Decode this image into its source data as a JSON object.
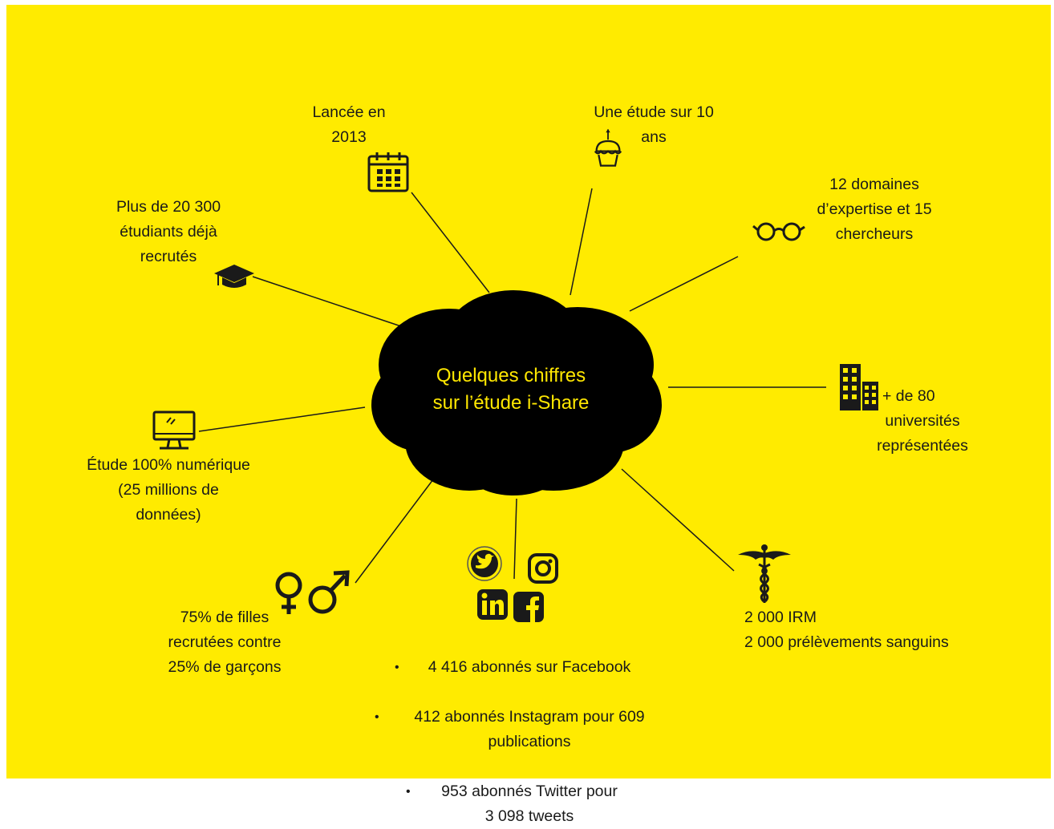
{
  "center": {
    "title": "Quelques chiffres\nsur l’étude i-Share"
  },
  "facts": {
    "launch": "Lancée en\n2013",
    "duration": "Une étude sur 10\nans",
    "expertise": "12 domaines\nd’expertise et 15\nchercheurs",
    "universities_count": "+ de 80",
    "universities_rest": "universités\nreprésentées",
    "medical": "2 000 IRM\n2 000 prélèvements sanguins",
    "gender": "75% de filles\nrecrutées contre\n25% de garçons",
    "digital": "Étude 100% numérique\n(25 millions de\ndonnées)",
    "students": "Plus de 20 300\nétudiants déjà\nrecrutés"
  },
  "social": {
    "items": [
      "4 416 abonnés sur Facebook",
      "412 abonnés Instagram pour 609\npublications",
      "953 abonnés Twitter pour\n3 098 tweets"
    ]
  },
  "colors": {
    "background": "#ffeb00",
    "cloud": "#000000",
    "title": "#ffe700",
    "text": "#1a1a1a"
  },
  "icons": [
    "calendar-icon",
    "cupcake-icon",
    "glasses-icon",
    "buildings-icon",
    "caduceus-icon",
    "twitter-icon",
    "instagram-icon",
    "linkedin-icon",
    "facebook-icon",
    "gender-icon",
    "monitor-icon",
    "graduation-cap-icon"
  ]
}
